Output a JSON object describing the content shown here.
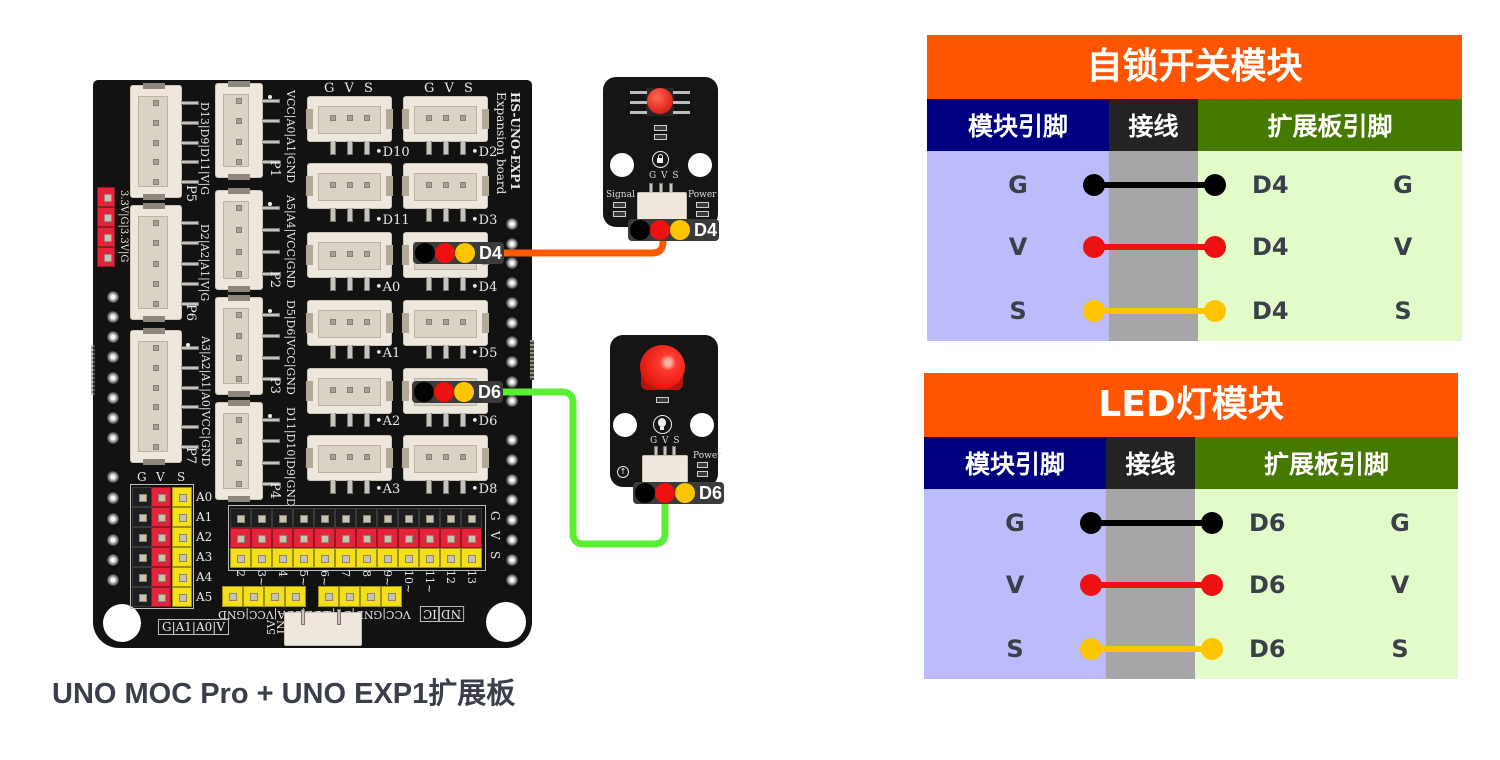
{
  "caption": "UNO MOC Pro + UNO EXP1扩展板",
  "board": {
    "title": "HS-UNO-EXP1",
    "subtitle": "Expansion board",
    "power_header": "3.3V|G|3.3V|G",
    "gvs_legend": "G V S",
    "ports": {
      "P1": {
        "label": "P1",
        "pins": "VCC|A0|A1|GND"
      },
      "P2": {
        "label": "P2",
        "pins": "A5|A4|VCC|GND"
      },
      "P3": {
        "label": "P3",
        "pins": "D5|D6|VCC|GND"
      },
      "P4": {
        "label": "P4",
        "pins": "D11|D10|D9|GND"
      },
      "P5": {
        "label": "P5",
        "pins": "D13|D9|D11|V|G"
      },
      "P6": {
        "label": "P6",
        "pins": "D2|A2|A1|V|G"
      },
      "P7": {
        "label": "P7",
        "pins": "A3|A2|A1|A0|VCC|GND"
      }
    },
    "gvs_ports": [
      [
        "D10",
        "D2"
      ],
      [
        "D11",
        "D3"
      ],
      [
        "A0",
        "D4"
      ],
      [
        "A1",
        "D5"
      ],
      [
        "A2",
        "D6"
      ],
      [
        "A3",
        "D8"
      ]
    ],
    "analog_header": {
      "columns": [
        "G",
        "V",
        "S"
      ],
      "rows": [
        "A0",
        "A1",
        "A2",
        "A3",
        "A4",
        "A5"
      ]
    },
    "digital_header": {
      "rows": [
        "G",
        "V",
        "S"
      ],
      "columns": [
        "2",
        "3~",
        "4",
        "5~",
        "6~",
        "7",
        "8",
        "9~",
        "10~",
        "11~",
        "12",
        "13"
      ]
    },
    "i2c_label": "SCL|SDA|VCC|GND",
    "uart_label": "VCC|GND|D0|D1",
    "analog_box_label": "G|A1|A0|V",
    "power_in_label": [
      "5V",
      "IN"
    ],
    "edge_labels": [
      "IC",
      "ND"
    ]
  },
  "badges": {
    "board_d4": "D4",
    "board_d6": "D6",
    "switch_module": "D4",
    "led_module": "D6"
  },
  "wire_colors": {
    "black": "#000000",
    "red": "#EE1111",
    "yellow": "#FFC400"
  },
  "link_wires": {
    "D4": "#FF5A00",
    "D6": "#5BEF33"
  },
  "switch_module": {
    "pins": "G V S",
    "signal_label": "Signal",
    "power_label": "Power"
  },
  "led_module": {
    "pins": "G V S",
    "power_label": "Power"
  },
  "tables": [
    {
      "title": "自锁开关模块",
      "headers": [
        "模块引脚",
        "接线",
        "扩展板引脚"
      ],
      "rows": [
        {
          "module_pin": "G",
          "wire": "black",
          "port": "D4",
          "board_pin": "G"
        },
        {
          "module_pin": "V",
          "wire": "red",
          "port": "D4",
          "board_pin": "V"
        },
        {
          "module_pin": "S",
          "wire": "yellow",
          "port": "D4",
          "board_pin": "S"
        }
      ]
    },
    {
      "title": "LED灯模块",
      "headers": [
        "模块引脚",
        "接线",
        "扩展板引脚"
      ],
      "rows": [
        {
          "module_pin": "G",
          "wire": "black",
          "port": "D6",
          "board_pin": "G"
        },
        {
          "module_pin": "V",
          "wire": "red",
          "port": "D6",
          "board_pin": "V"
        },
        {
          "module_pin": "S",
          "wire": "yellow",
          "port": "D6",
          "board_pin": "S"
        }
      ]
    }
  ]
}
